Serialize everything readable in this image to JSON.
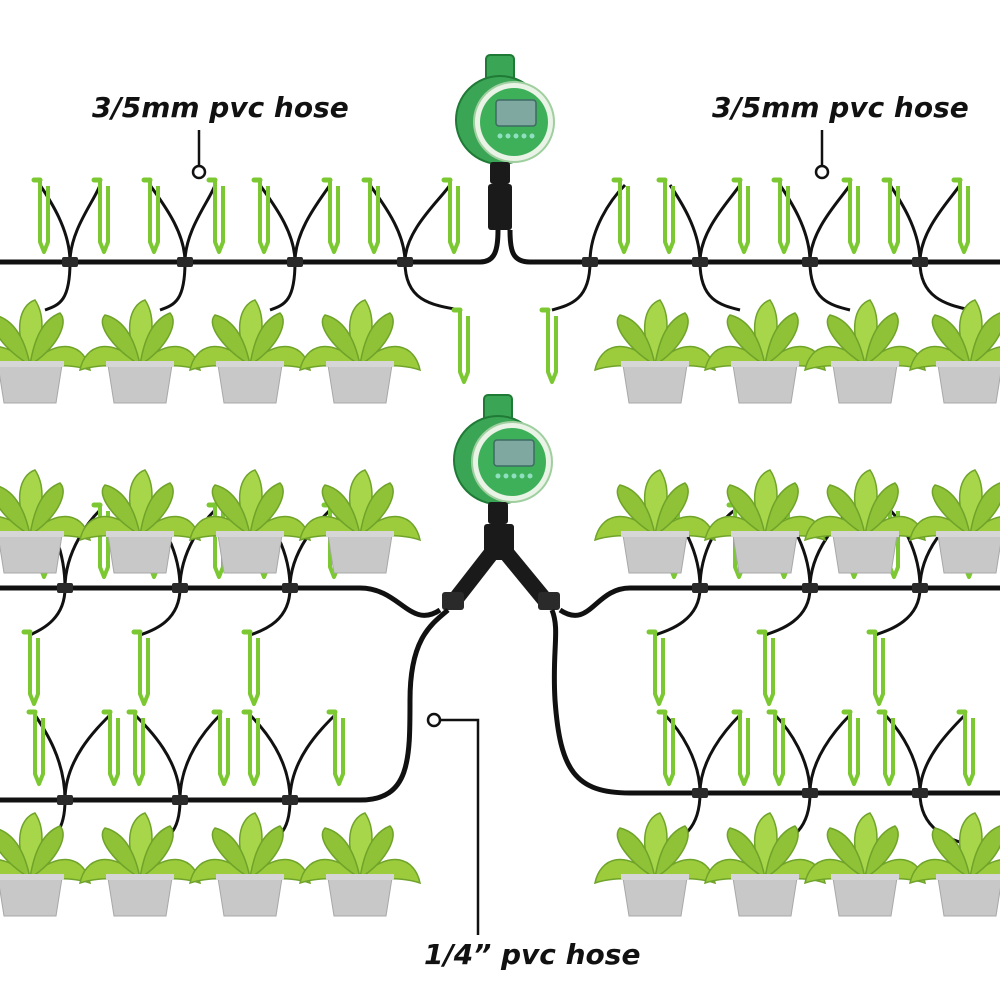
{
  "labels": {
    "top_left": "3/5mm pvc hose",
    "top_right": "3/5mm pvc hose",
    "bottom": "1/4”  pvc hose"
  },
  "colors": {
    "hose": "#111111",
    "stake": "#8fd63a",
    "stake_dark": "#5da821",
    "leaf": "#9ccc3c",
    "leaf_dark": "#6fa32a",
    "pot": "#c8c8c8",
    "timer_body": "#3aa655",
    "timer_dark": "#1f7a36",
    "timer_screen": "#7fa8a0"
  },
  "icons": {
    "timer": "water-timer-icon",
    "splitter": "y-splitter-icon",
    "stake": "drip-stake-icon",
    "plant": "potted-plant-icon",
    "tee": "tee-connector-icon"
  }
}
